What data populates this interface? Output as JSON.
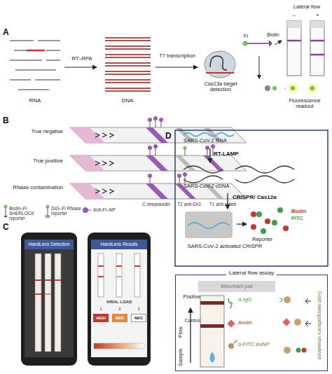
{
  "diagram": {
    "nodes": [
      {
        "text": [
          "HandLens Detection"
        ]
      },
      {
        "text": [
          "HandLens Results"
        ]
      },
      {
        "text": [
          "HIGH"
        ],
        "in": 1
      },
      {
        "text": [
          "MED"
        ],
        "in": 1
      },
      {
        "text": [
          "NEG"
        ],
        "in": 1
      },
      {
        "text": [
          "Lateral flow assay"
        ]
      },
      {
        "text": [
          "Absorbant pad"
        ],
        "in": 5
      }
    ],
    "labels": [
      "A",
      "RNA",
      "RT–RPA",
      "DNA",
      "T7 transcription",
      "Cas13a target detection",
      "FI",
      "Biotin",
      "Lateral flow",
      "–",
      "+",
      "Fluorescence readout",
      "B",
      "True negative",
      "True positive",
      "RNase contamination",
      "C streptavidin",
      "T2 anti-DIG",
      "T1 anti-rabbit",
      "C",
      "VIRAL LOAD",
      "1",
      "2",
      "3",
      "D",
      "SARS-CoV-2 RNA",
      "RT-LAMP",
      "SARS-CoV-2 cDNA",
      "CRISPR/ Cas12a",
      "Biotin",
      "FITC",
      "Reporter",
      "SARS-CoV-2 activated CRISPR",
      "Positive",
      "α-IgG",
      "Control",
      "Avidin",
      "Flow",
      "Sample",
      "α-FITC AuNP",
      "Gold nanoparticles visualized"
    ],
    "legend": [
      {
        "text": "Biotin–FI SHERLOCK reporter"
      },
      {
        "text": "DIG–FI RNase reporter"
      },
      {
        "text": "Anti-FI–NP"
      }
    ]
  }
}
